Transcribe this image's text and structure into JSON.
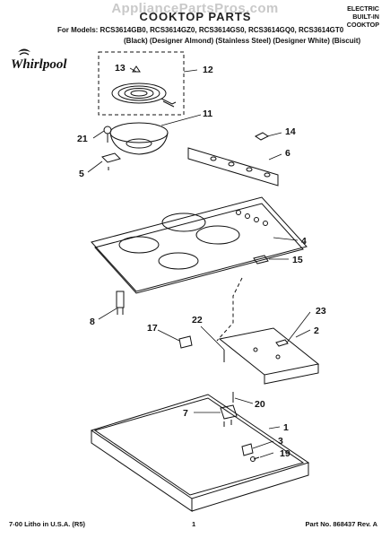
{
  "watermark": "AppliancePartsPros.com",
  "title": "COOKTOP PARTS",
  "models_line": "For Models: RCS3614GB0, RCS3614GZ0, RCS3614GS0, RCS3614GQ0, RCS3614GT0",
  "models_colors": "(Black)   (Designer Almond)  (Stainless Steel)  (Designer White)  (Biscuit)",
  "category": [
    "ELECTRIC",
    "BUILT-IN",
    "COOKTOP"
  ],
  "brand": "Whirlpool",
  "callouts": {
    "c1": "1",
    "c2": "2",
    "c3": "3",
    "c4": "4",
    "c5": "5",
    "c6": "6",
    "c7": "7",
    "c8": "8",
    "c11": "11",
    "c12": "12",
    "c13": "13",
    "c14": "14",
    "c15": "15",
    "c17": "17",
    "c19": "19",
    "c20": "20",
    "c21": "21",
    "c22": "22",
    "c23": "23"
  },
  "footer": {
    "left": "7-00 Litho in U.S.A. (R5)",
    "page": "1",
    "right": "Part No. 868437 Rev. A"
  }
}
